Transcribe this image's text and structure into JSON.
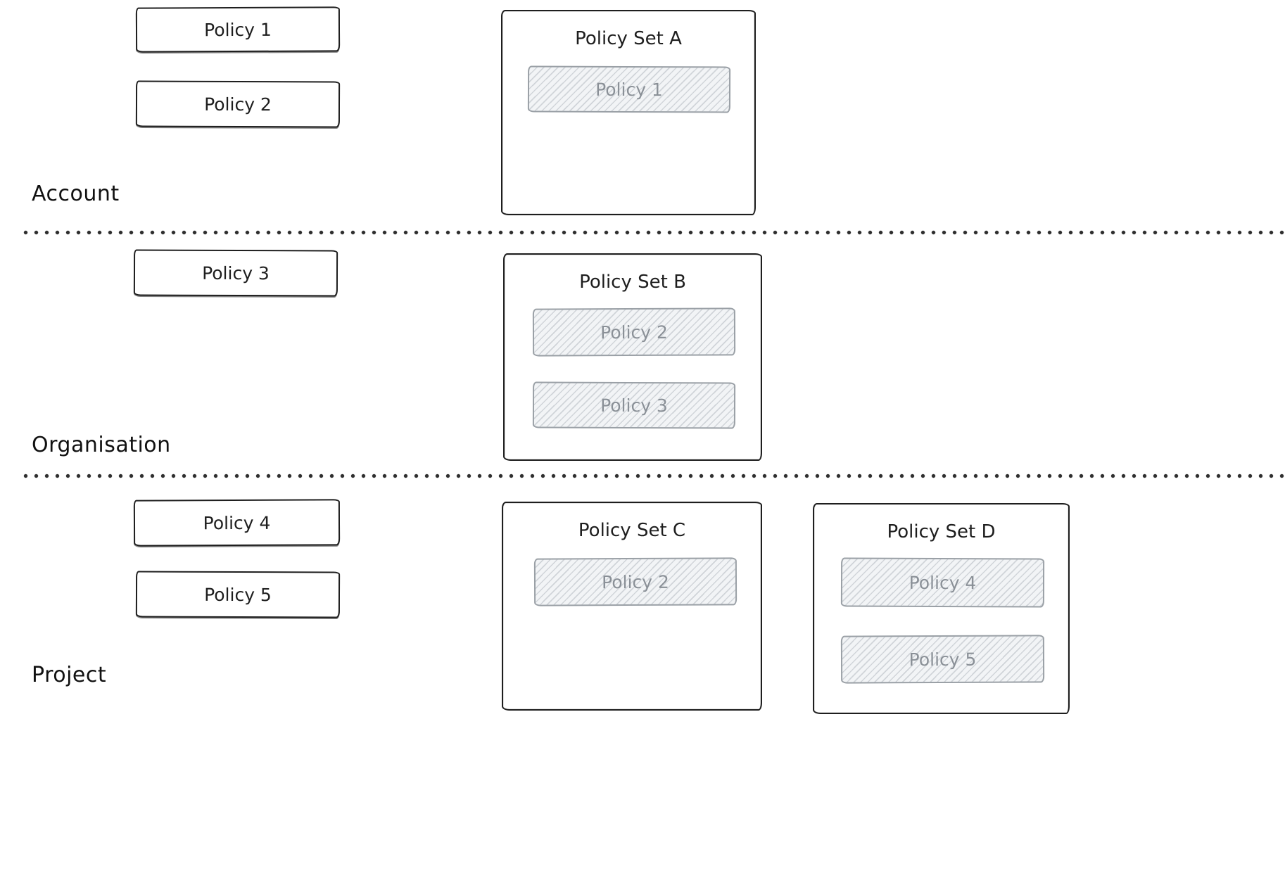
{
  "diagram": {
    "rows": [
      {
        "label": "Account",
        "policies": [
          {
            "label": "Policy 1"
          },
          {
            "label": "Policy 2"
          }
        ],
        "policy_sets": [
          {
            "title": "Policy Set A",
            "members": [
              {
                "label": "Policy 1"
              }
            ]
          }
        ]
      },
      {
        "label": "Organisation",
        "policies": [
          {
            "label": "Policy 3"
          }
        ],
        "policy_sets": [
          {
            "title": "Policy Set B",
            "members": [
              {
                "label": "Policy 2"
              },
              {
                "label": "Policy 3"
              }
            ]
          }
        ]
      },
      {
        "label": "Project",
        "policies": [
          {
            "label": "Policy 4"
          },
          {
            "label": "Policy 5"
          }
        ],
        "policy_sets": [
          {
            "title": "Policy Set C",
            "members": [
              {
                "label": "Policy 2"
              }
            ]
          },
          {
            "title": "Policy Set D",
            "members": [
              {
                "label": "Policy 4"
              },
              {
                "label": "Policy 5"
              }
            ]
          }
        ]
      }
    ],
    "colors": {
      "stroke": "#1e1e1e",
      "member_stroke": "#9aa0a6",
      "member_text": "#8a9097",
      "member_fill": "#f2f4f6",
      "background": "#ffffff"
    }
  }
}
